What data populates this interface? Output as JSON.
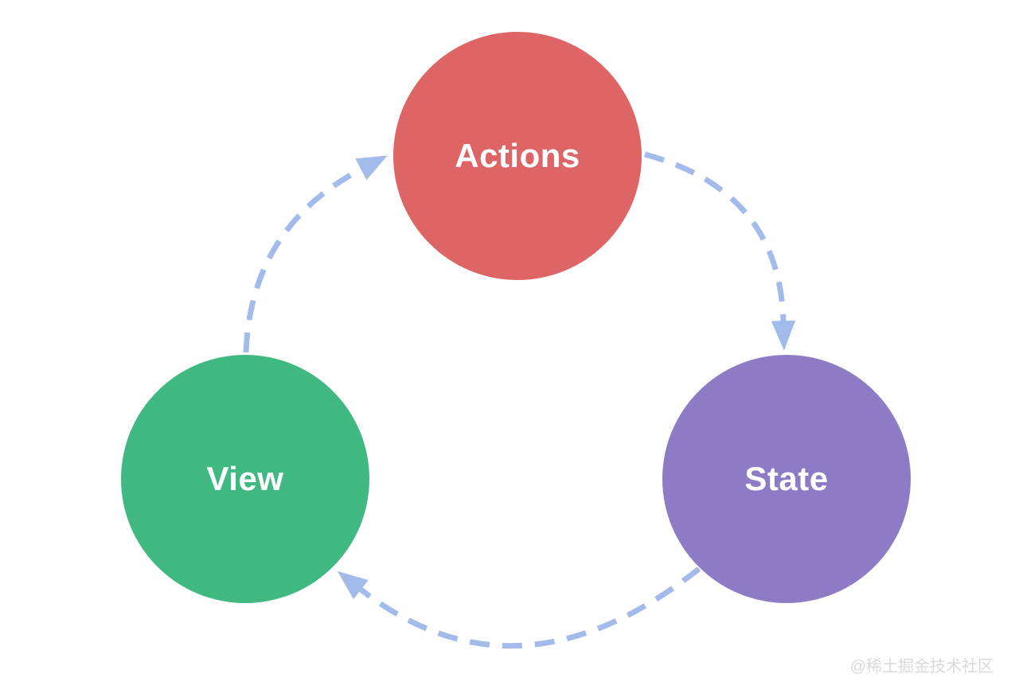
{
  "diagram": {
    "type": "cycle-flow",
    "description": "One-way data flow cycle (Vuex style): Actions -> State -> View -> Actions",
    "nodes": [
      {
        "id": "actions",
        "label": "Actions",
        "shape": "circle",
        "color": "#de6565",
        "text_color": "#ffffff",
        "position": "top"
      },
      {
        "id": "state",
        "label": "State",
        "shape": "circle",
        "color": "#8d7cc5",
        "text_color": "#ffffff",
        "position": "bottom-right"
      },
      {
        "id": "view",
        "label": "View",
        "shape": "circle",
        "color": "#40b881",
        "text_color": "#ffffff",
        "position": "bottom-left"
      }
    ],
    "edges": [
      {
        "from": "view",
        "to": "actions",
        "style": "dashed",
        "direction": "clockwise"
      },
      {
        "from": "actions",
        "to": "state",
        "style": "dashed",
        "direction": "clockwise"
      },
      {
        "from": "state",
        "to": "view",
        "style": "dashed",
        "direction": "clockwise"
      }
    ],
    "arrow_color": "#a3bbeb"
  },
  "watermark": {
    "text": "@稀土掘金技术社区",
    "color": "#d9d9d9"
  }
}
